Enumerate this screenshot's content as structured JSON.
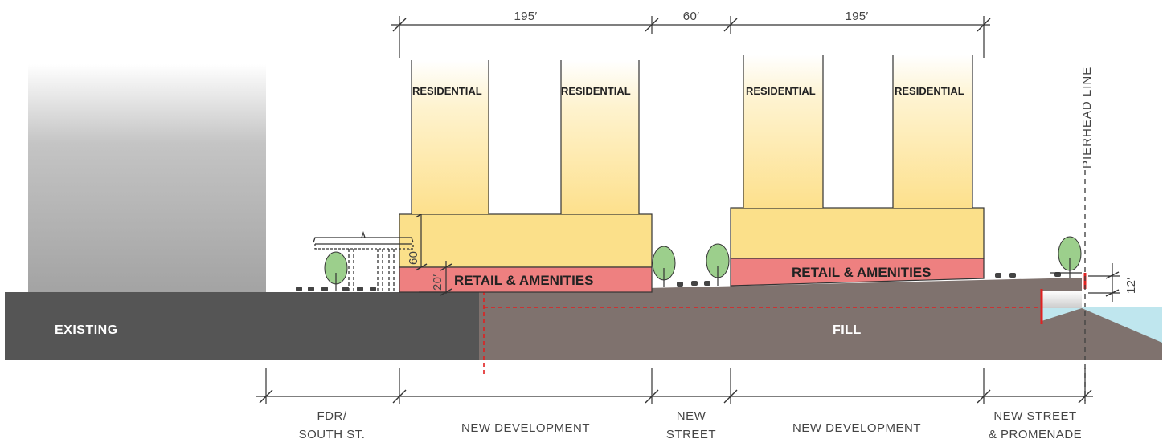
{
  "top_dimensions": {
    "dim_a": "195′",
    "dim_b": "60′",
    "dim_c": "195′"
  },
  "towers": {
    "t1": "RESIDENTIAL",
    "t2": "RESIDENTIAL",
    "t3": "RESIDENTIAL",
    "t4": "RESIDENTIAL"
  },
  "podium": {
    "retail_left": "RETAIL & AMENITIES",
    "retail_right": "RETAIL & AMENITIES",
    "height_podium": "60′",
    "height_retail": "20′"
  },
  "ground": {
    "existing": "EXISTING",
    "fill": "FILL"
  },
  "pierhead": {
    "label": "PIERHEAD LINE",
    "elevation": "12′"
  },
  "bottom_segments": {
    "fdr_line1": "FDR/",
    "fdr_line2": "SOUTH ST.",
    "new_dev_left": "NEW DEVELOPMENT",
    "new_street_line1": "NEW",
    "new_street_line2": "STREET",
    "new_dev_right": "NEW DEVELOPMENT",
    "promenade_line1": "NEW STREET",
    "promenade_line2": "& PROMENADE"
  },
  "colors": {
    "existing_ground": "#555555",
    "fill_ground": "#7f726e",
    "podium": "#fbe08a",
    "retail": "#ee8080",
    "water": "#bfe6ee",
    "tree": "#9ccf8c",
    "red_line": "#e02020"
  }
}
